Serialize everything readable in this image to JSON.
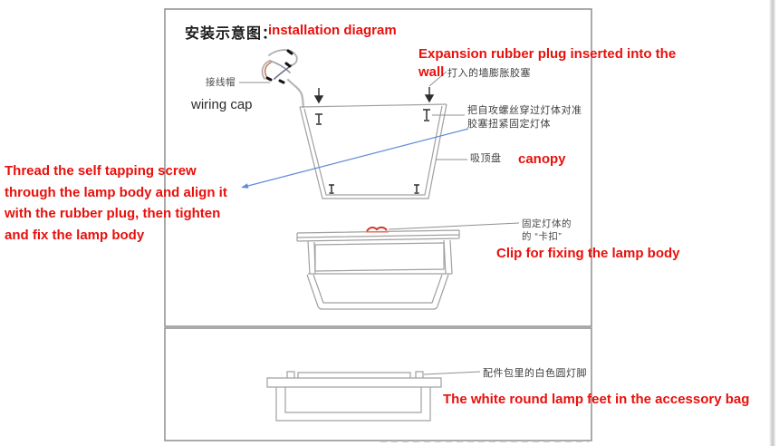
{
  "colors": {
    "accent_red": "#e8100c",
    "line_gray": "#9b9b9b",
    "pointer_blue": "#5f8cd8",
    "border_gray": "#8d8d8d",
    "clip_red": "#cf3a2a"
  },
  "title": {
    "cn": "安装示意图：",
    "en": "installation diagram"
  },
  "top": {
    "expansion_lines": [
      "Expansion rubber plug inserted into the",
      "wall"
    ],
    "wall_plug_cn": "打入的墙膨胀胶塞",
    "wiring_cap_cn": "接线帽",
    "wiring_cap_en": "wiring cap",
    "screw_cn_1": "把自攻螺丝穿过灯体对准",
    "screw_cn_2": "胶塞扭紧固定灯体",
    "canopy_cn": "吸顶盘",
    "canopy_en": "canopy",
    "note_lines": [
      "Thread the self tapping screw",
      "through the lamp body and align it",
      "with the rubber plug, then tighten",
      "and fix the lamp body"
    ]
  },
  "middle": {
    "clip_cn_1": "固定灯体的",
    "clip_cn_2": "的 “卡扣”",
    "clip_en": "Clip for fixing the lamp body"
  },
  "bottom": {
    "feet_cn": "配件包里的白色圆灯脚",
    "feet_en": "The white round lamp feet in the accessory bag"
  }
}
